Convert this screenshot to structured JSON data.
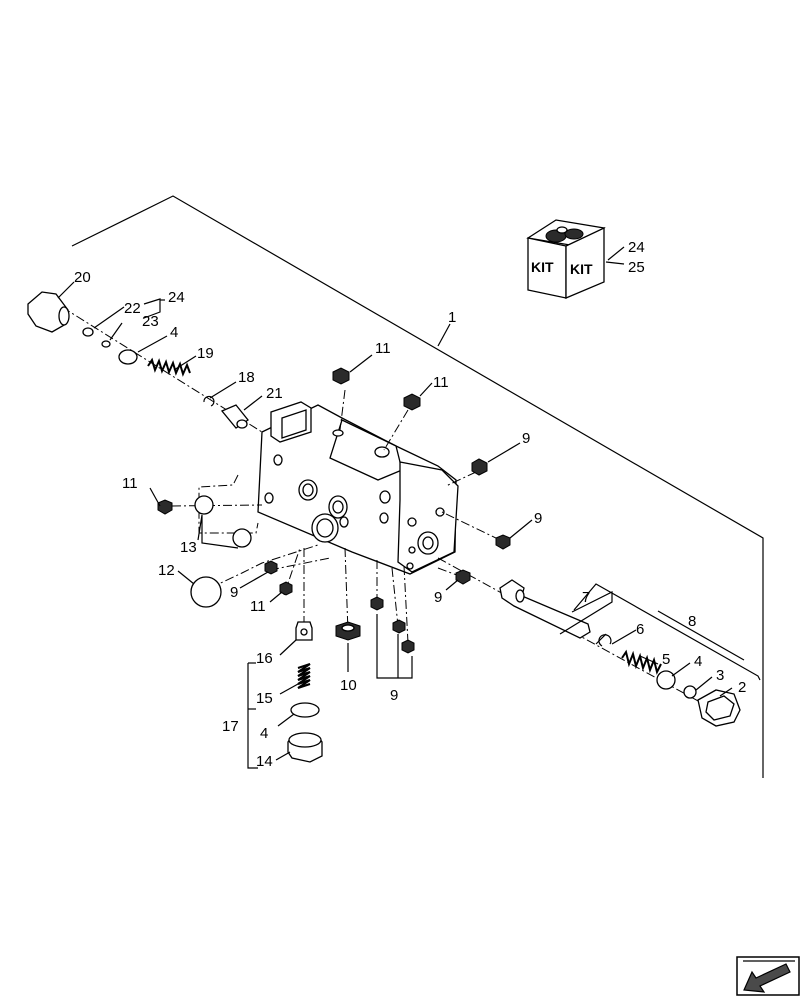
{
  "callouts": {
    "c1": "1",
    "c2": "2",
    "c3": "3",
    "c4a": "4",
    "c4b": "4",
    "c4c": "4",
    "c5": "5",
    "c6": "6",
    "c7": "7",
    "c8": "8",
    "c9a": "9",
    "c9b": "9",
    "c9c": "9",
    "c9d": "9",
    "c9e": "9",
    "c10": "10",
    "c11a": "11",
    "c11b": "11",
    "c11c": "11",
    "c11d": "11",
    "c12": "12",
    "c13": "13",
    "c14": "14",
    "c15": "15",
    "c16": "16",
    "c17": "17",
    "c18": "18",
    "c19": "19",
    "c20": "20",
    "c21": "21",
    "c22": "22",
    "c23": "23",
    "c24a": "24",
    "c24b": "24",
    "c25": "25"
  },
  "kit_box": {
    "left_label": "KIT",
    "right_label": "KIT"
  },
  "nav": {
    "icon": "arrow-down-left-icon"
  },
  "colors": {
    "line": "#000000",
    "background": "#ffffff"
  }
}
